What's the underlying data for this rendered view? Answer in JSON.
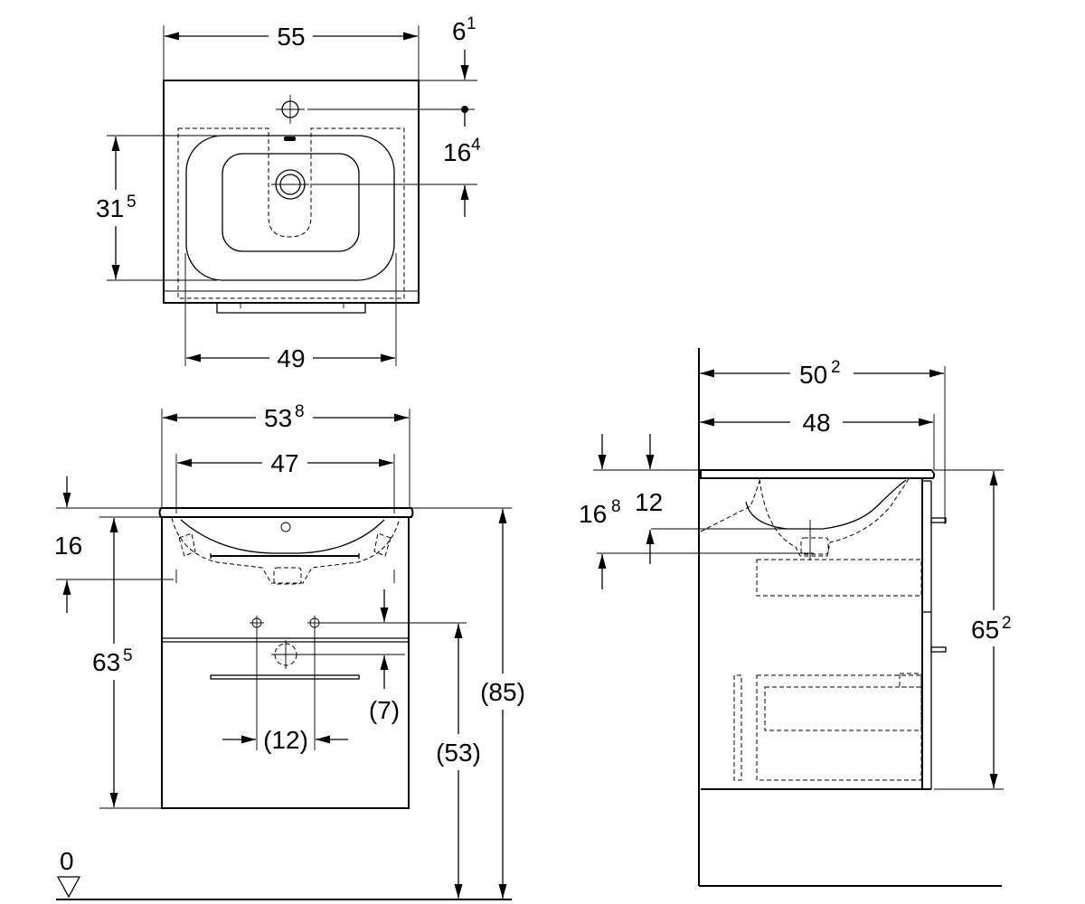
{
  "top_view": {
    "width_main": "55",
    "offset_top_main": "6",
    "offset_top_sup": "1",
    "tap_to_drain_main": "16",
    "tap_to_drain_sup": "4",
    "bowl_depth_main": "31",
    "bowl_depth_sup": "5",
    "cabinet_width": "49"
  },
  "front_view": {
    "overall_width_main": "53",
    "overall_width_sup": "8",
    "inner_width": "47",
    "top_offset": "16",
    "cabinet_height_main": "63",
    "cabinet_height_sup": "5",
    "supply_offset": "(7)",
    "supply_spacing": "(12)",
    "supply_height": "(53)",
    "total_height": "(85)",
    "floor_label": "0"
  },
  "side_view": {
    "depth_total_main": "50",
    "depth_total_sup": "2",
    "depth_cabinet": "48",
    "siphon_offset_main": "16",
    "siphon_offset_sup": "8",
    "siphon_small": "12",
    "side_height_main": "65",
    "side_height_sup": "2"
  }
}
